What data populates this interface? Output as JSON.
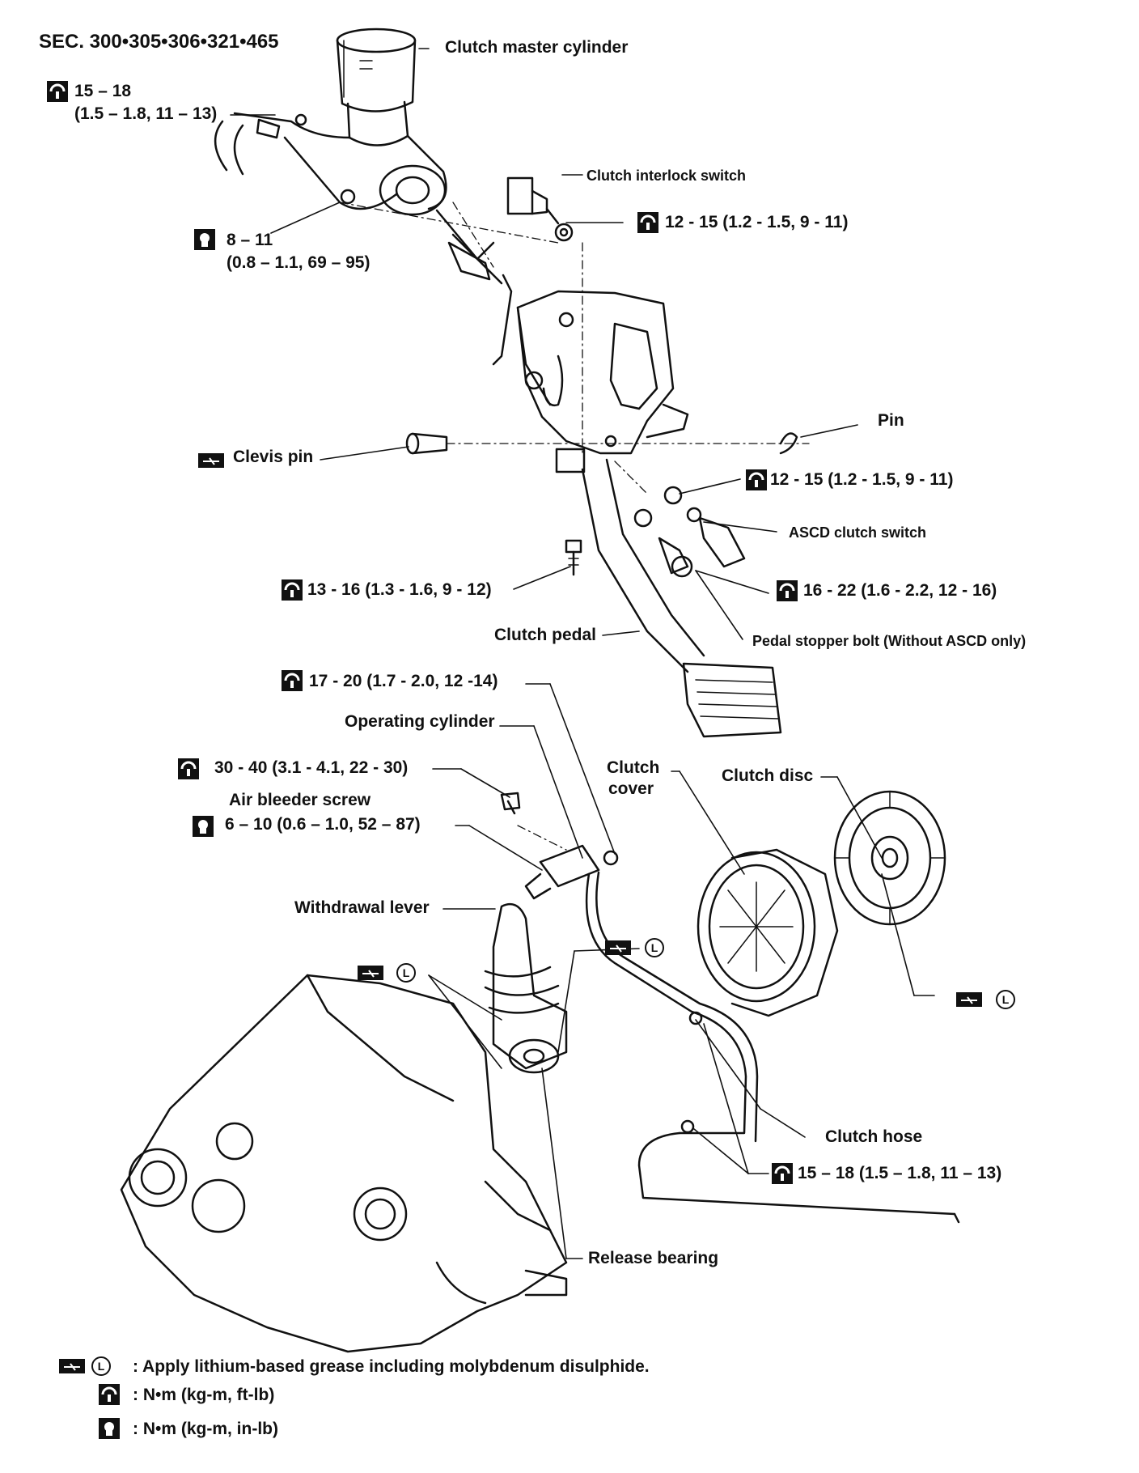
{
  "section_code": "SEC. 300•305•306•321•465",
  "icons": {
    "torque_ftlb": "torque-wrench-icon",
    "torque_inlb": "torque-wrench-inlb-icon",
    "grease": "grease-icon",
    "lithium": "L"
  },
  "labels": {
    "master_cylinder": "Clutch master cylinder",
    "master_torque_a": "15 – 18",
    "master_torque_b": "(1.5 – 1.8, 11 – 13)",
    "nut_torque_a": "8 – 11",
    "nut_torque_b": "(0.8 – 1.1, 69 – 95)",
    "interlock_switch": "Clutch interlock switch",
    "interlock_torque": "12 - 15 (1.2 - 1.5, 9 - 11)",
    "pin": "Pin",
    "clevis_pin": "Clevis pin",
    "ascd_torque": "12 - 15 (1.2 - 1.5, 9 - 11)",
    "ascd_switch": "ASCD clutch switch",
    "bracket_bolt_torque": "13 - 16 (1.3 - 1.6, 9 - 12)",
    "stopper_torque": "16 - 22 (1.6 - 2.2, 12 - 16)",
    "clutch_pedal": "Clutch pedal",
    "stopper_bolt": "Pedal stopper bolt (Without ASCD only)",
    "op_cyl_torque": "17 - 20 (1.7 - 2.0, 12 -14)",
    "operating_cylinder": "Operating cylinder",
    "op_bolt_torque": "30 - 40 (3.1 - 4.1, 22 - 30)",
    "air_bleeder": "Air bleeder screw",
    "air_bleeder_torque": "6 – 10 (0.6 – 1.0, 52 – 87)",
    "clutch_cover_a": "Clutch",
    "clutch_cover_b": "cover",
    "clutch_disc": "Clutch disc",
    "withdrawal_lever": "Withdrawal lever",
    "clutch_hose": "Clutch hose",
    "hose_torque": "15 – 18 (1.5 – 1.8, 11 – 13)",
    "release_bearing": "Release bearing"
  },
  "legend": {
    "grease": ": Apply lithium-based grease including molybdenum disulphide.",
    "ftlb": ": N•m (kg-m, ft-lb)",
    "inlb": ": N•m (kg-m, in-lb)"
  }
}
